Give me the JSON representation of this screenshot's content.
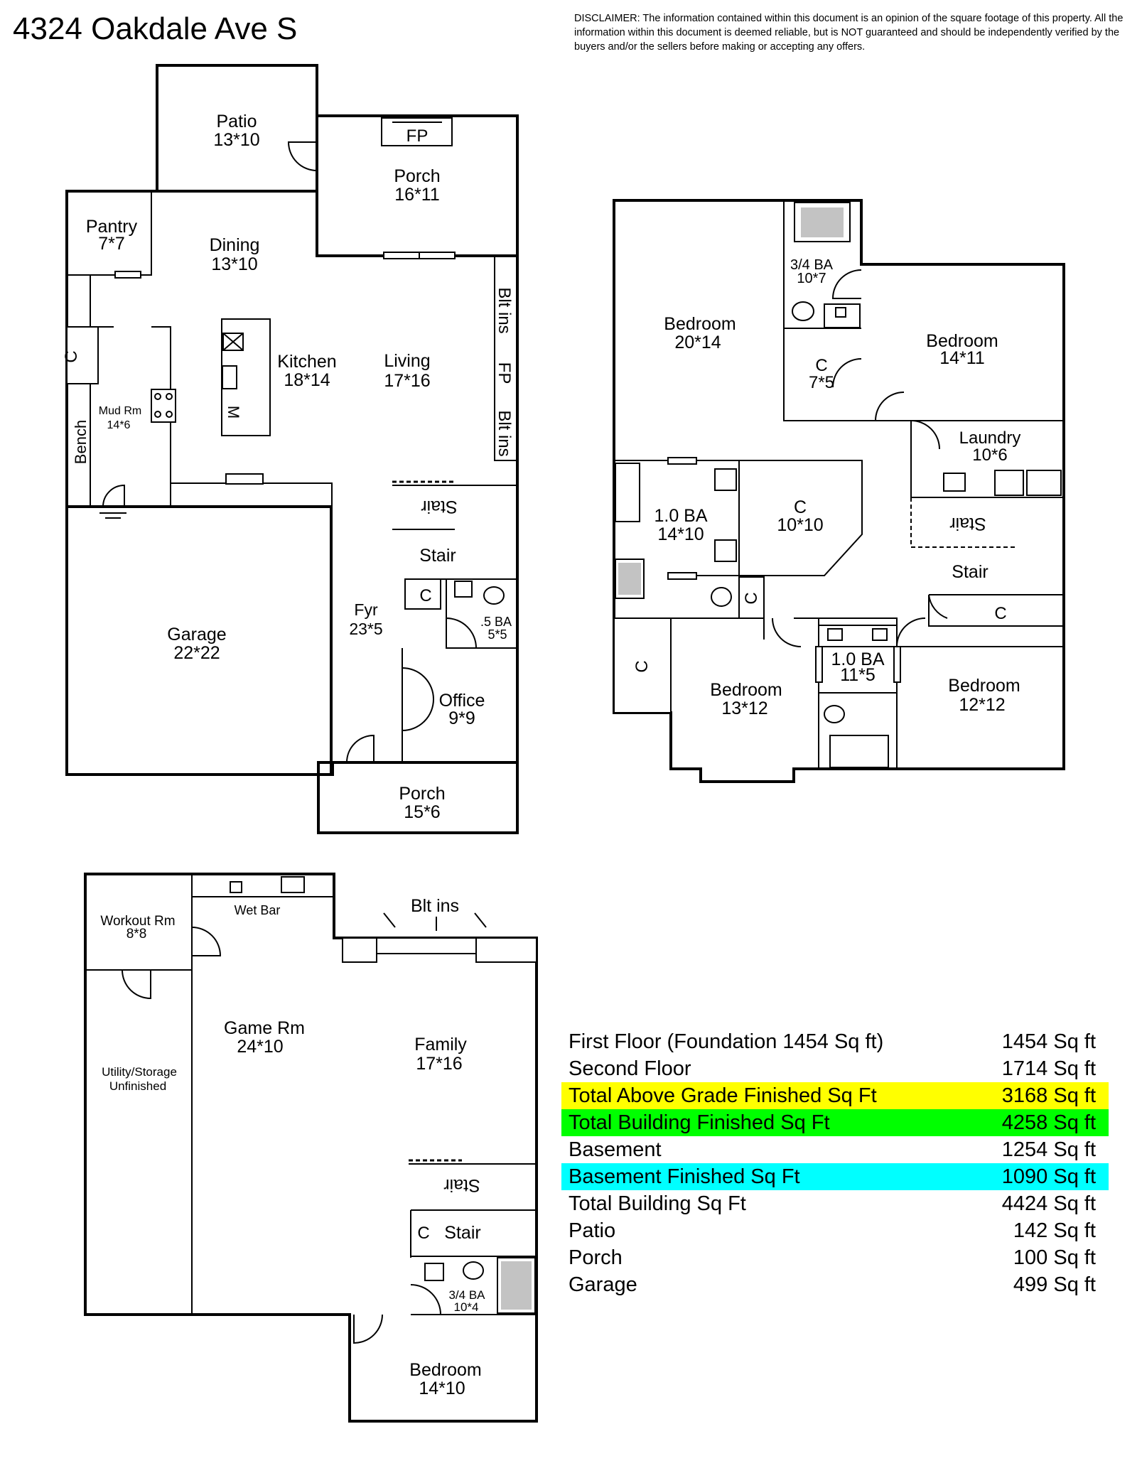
{
  "header": {
    "title": "4324 Oakdale Ave S",
    "disclaimer": "DISCLAIMER: The information contained within this document is an opinion of the square footage of this property. All the information within this document is deemed reliable, but is NOT guaranteed and should be independently verified by the buyers and/or the sellers before making or accepting any offers."
  },
  "first_floor": {
    "patio": {
      "name": "Patio",
      "dim": "13*10"
    },
    "fp": "FP",
    "porch_back": {
      "name": "Porch",
      "dim": "16*11"
    },
    "pantry": {
      "name": "Pantry",
      "dim": "7*7"
    },
    "dining": {
      "name": "Dining",
      "dim": "13*10"
    },
    "blt_ins_1": "Blt ins",
    "fp_living": "FP",
    "blt_ins_2": "Blt ins",
    "closet": "C",
    "kitchen": {
      "name": "Kitchen",
      "dim": "18*14"
    },
    "living": {
      "name": "Living",
      "dim": "17*16"
    },
    "microwave": "M",
    "mud_rm": {
      "name": "Mud Rm",
      "dim": "14*6"
    },
    "bench": "Bench",
    "stair_rev": "Stair",
    "stair": "Stair",
    "closet_fyr": "C",
    "garage": {
      "name": "Garage",
      "dim": "22*22"
    },
    "fyr": {
      "name": "Fyr",
      "dim": "23*5"
    },
    "half_ba": {
      "name": ".5 BA",
      "dim": "5*5"
    },
    "office": {
      "name": "Office",
      "dim": "9*9"
    },
    "porch_front": {
      "name": "Porch",
      "dim": "15*6"
    }
  },
  "second_floor": {
    "bedroom_a": {
      "name": "Bedroom",
      "dim": "20*14"
    },
    "ba_34": {
      "name": "3/4 BA",
      "dim": "10*7"
    },
    "bedroom_b": {
      "name": "Bedroom",
      "dim": "14*11"
    },
    "closet_a": {
      "name": "C",
      "dim": "7*5"
    },
    "laundry": {
      "name": "Laundry",
      "dim": "10*6"
    },
    "ba_10a": {
      "name": "1.0 BA",
      "dim": "14*10"
    },
    "closet_b": {
      "name": "C",
      "dim": "10*10"
    },
    "stair_rev": "Stair",
    "stair": "Stair",
    "closet_c": "C",
    "closet_d": "C",
    "closet_e": "C",
    "ba_10b": {
      "name": "1.0 BA",
      "dim": "11*5"
    },
    "bedroom_c": {
      "name": "Bedroom",
      "dim": "13*12"
    },
    "bedroom_d": {
      "name": "Bedroom",
      "dim": "12*12"
    }
  },
  "basement": {
    "workout": {
      "name": "Workout Rm",
      "dim": "8*8"
    },
    "wet_bar": "Wet Bar",
    "blt_ins": "Blt ins",
    "game": {
      "name": "Game Rm",
      "dim": "24*10"
    },
    "family": {
      "name": "Family",
      "dim": "17*16"
    },
    "utility": {
      "name": "Utility/Storage",
      "dim": "Unfinished"
    },
    "stair_rev": "Stair",
    "closet": "C",
    "stair": "Stair",
    "ba_34": {
      "name": "3/4 BA",
      "dim": "10*4"
    },
    "bedroom": {
      "name": "Bedroom",
      "dim": "14*10"
    }
  },
  "summary": [
    {
      "label": "First Floor (Foundation 1454 Sq ft)",
      "value": "1454 Sq ft",
      "highlight": ""
    },
    {
      "label": "Second Floor",
      "value": "1714 Sq ft",
      "highlight": ""
    },
    {
      "label": "Total Above Grade Finished Sq Ft",
      "value": "3168 Sq ft",
      "highlight": "#ffff00"
    },
    {
      "label": "Total Building Finished Sq Ft",
      "value": "4258 Sq ft",
      "highlight": "#00ff00"
    },
    {
      "label": "Basement",
      "value": "1254 Sq ft",
      "highlight": ""
    },
    {
      "label": "Basement Finished Sq Ft",
      "value": "1090 Sq ft",
      "highlight": "#00ffff"
    },
    {
      "label": "Total Building Sq Ft",
      "value": "4424 Sq ft",
      "highlight": ""
    },
    {
      "label": "Patio",
      "value": "142 Sq ft",
      "highlight": ""
    },
    {
      "label": "Porch",
      "value": "100 Sq ft",
      "highlight": ""
    },
    {
      "label": "Garage",
      "value": "499 Sq ft",
      "highlight": ""
    }
  ]
}
